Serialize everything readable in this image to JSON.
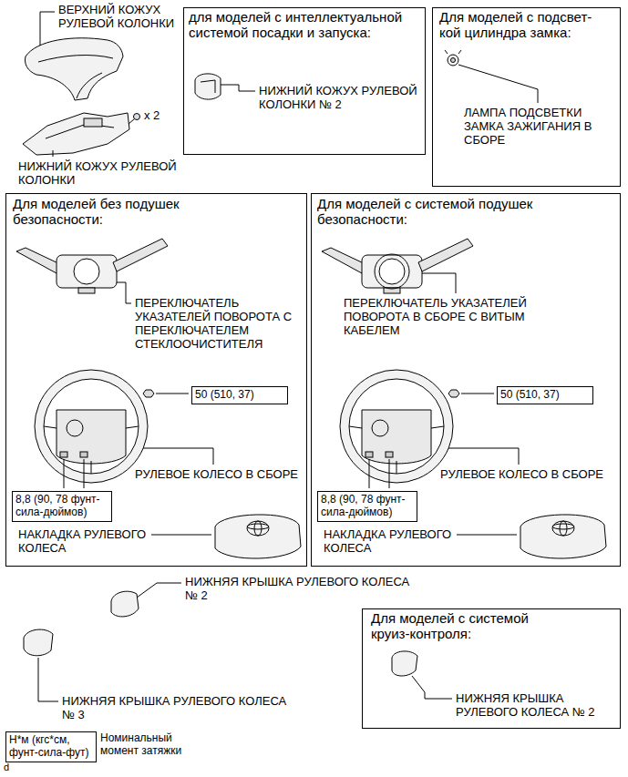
{
  "diagram": {
    "nodes": [
      {
        "text": [
          "для моделей с интеллектуальной системой посадки и запуска:",
          "НИЖНИЙ КОЖУХ РУЛЕВОЙ КОЛОНКИ № 2"
        ]
      },
      {
        "text": [
          "Для моделей с подсвет- кой цилиндра замка:",
          "ЛАМПА ПОДСВЕТКИ ЗАМКА ЗАЖИГАНИЯ В СБОРЕ"
        ]
      },
      {
        "text": [
          "Для моделей без подушек безопасности:",
          "ПЕРЕКЛЮЧАТЕЛЬ УКАЗАТЕЛЕЙ ПОВОРОТА С ПЕРЕКЛЮЧАТЕЛЕМ СТЕКЛООЧИСТИТЕЛЯ",
          "РУЛЕВОЕ КОЛЕСО В СБОРЕ",
          "НАКЛАДКА РУЛЕВОГО КОЛЕСА"
        ]
      },
      {
        "text": [
          "50 (510, 37)"
        ],
        "in": 2
      },
      {
        "text": [
          "8,8 (90, 78 фунт- сила-дюймов)"
        ],
        "in": 2
      },
      {
        "text": [
          "Для моделей с системой подушек безопасности:",
          "ПЕРЕКЛЮЧАТЕЛЬ УКАЗАТЕЛЕЙ ПОВОРОТА В СБОРЕ С ВИТЫМ КАБЕЛЕМ",
          "РУЛЕВОЕ КОЛЕСО В СБОРЕ",
          "НАКЛАДКА РУЛЕВОГО КОЛЕСА"
        ]
      },
      {
        "text": [
          "50 (510, 37)"
        ],
        "in": 5
      },
      {
        "text": [
          "8,8 (90, 78 фунт- сила-дюймов)"
        ],
        "in": 5
      },
      {
        "text": [
          "Для моделей с системой круиз-контроля:",
          "НИЖНЯЯ КРЫШКА РУЛЕВОГО КОЛЕСА № 2"
        ]
      },
      {
        "text": [
          "Н*м (кгс*см, фунт-сила-фут)",
          "Номинальный момент затяжки"
        ]
      }
    ],
    "labels": [
      "ВЕРХНИЙ КОЖУХ РУЛЕВОЙ КОЛОНКИ",
      "x 2",
      "НИЖНИЙ КОЖУХ РУЛЕВОЙ КОЛОНКИ",
      "НИЖНЯЯ КРЫШКА РУЛЕВОГО КОЛЕСА № 2",
      "НИЖНЯЯ КРЫШКА РУЛЕВОГО КОЛЕСА № 3",
      "d"
    ]
  }
}
